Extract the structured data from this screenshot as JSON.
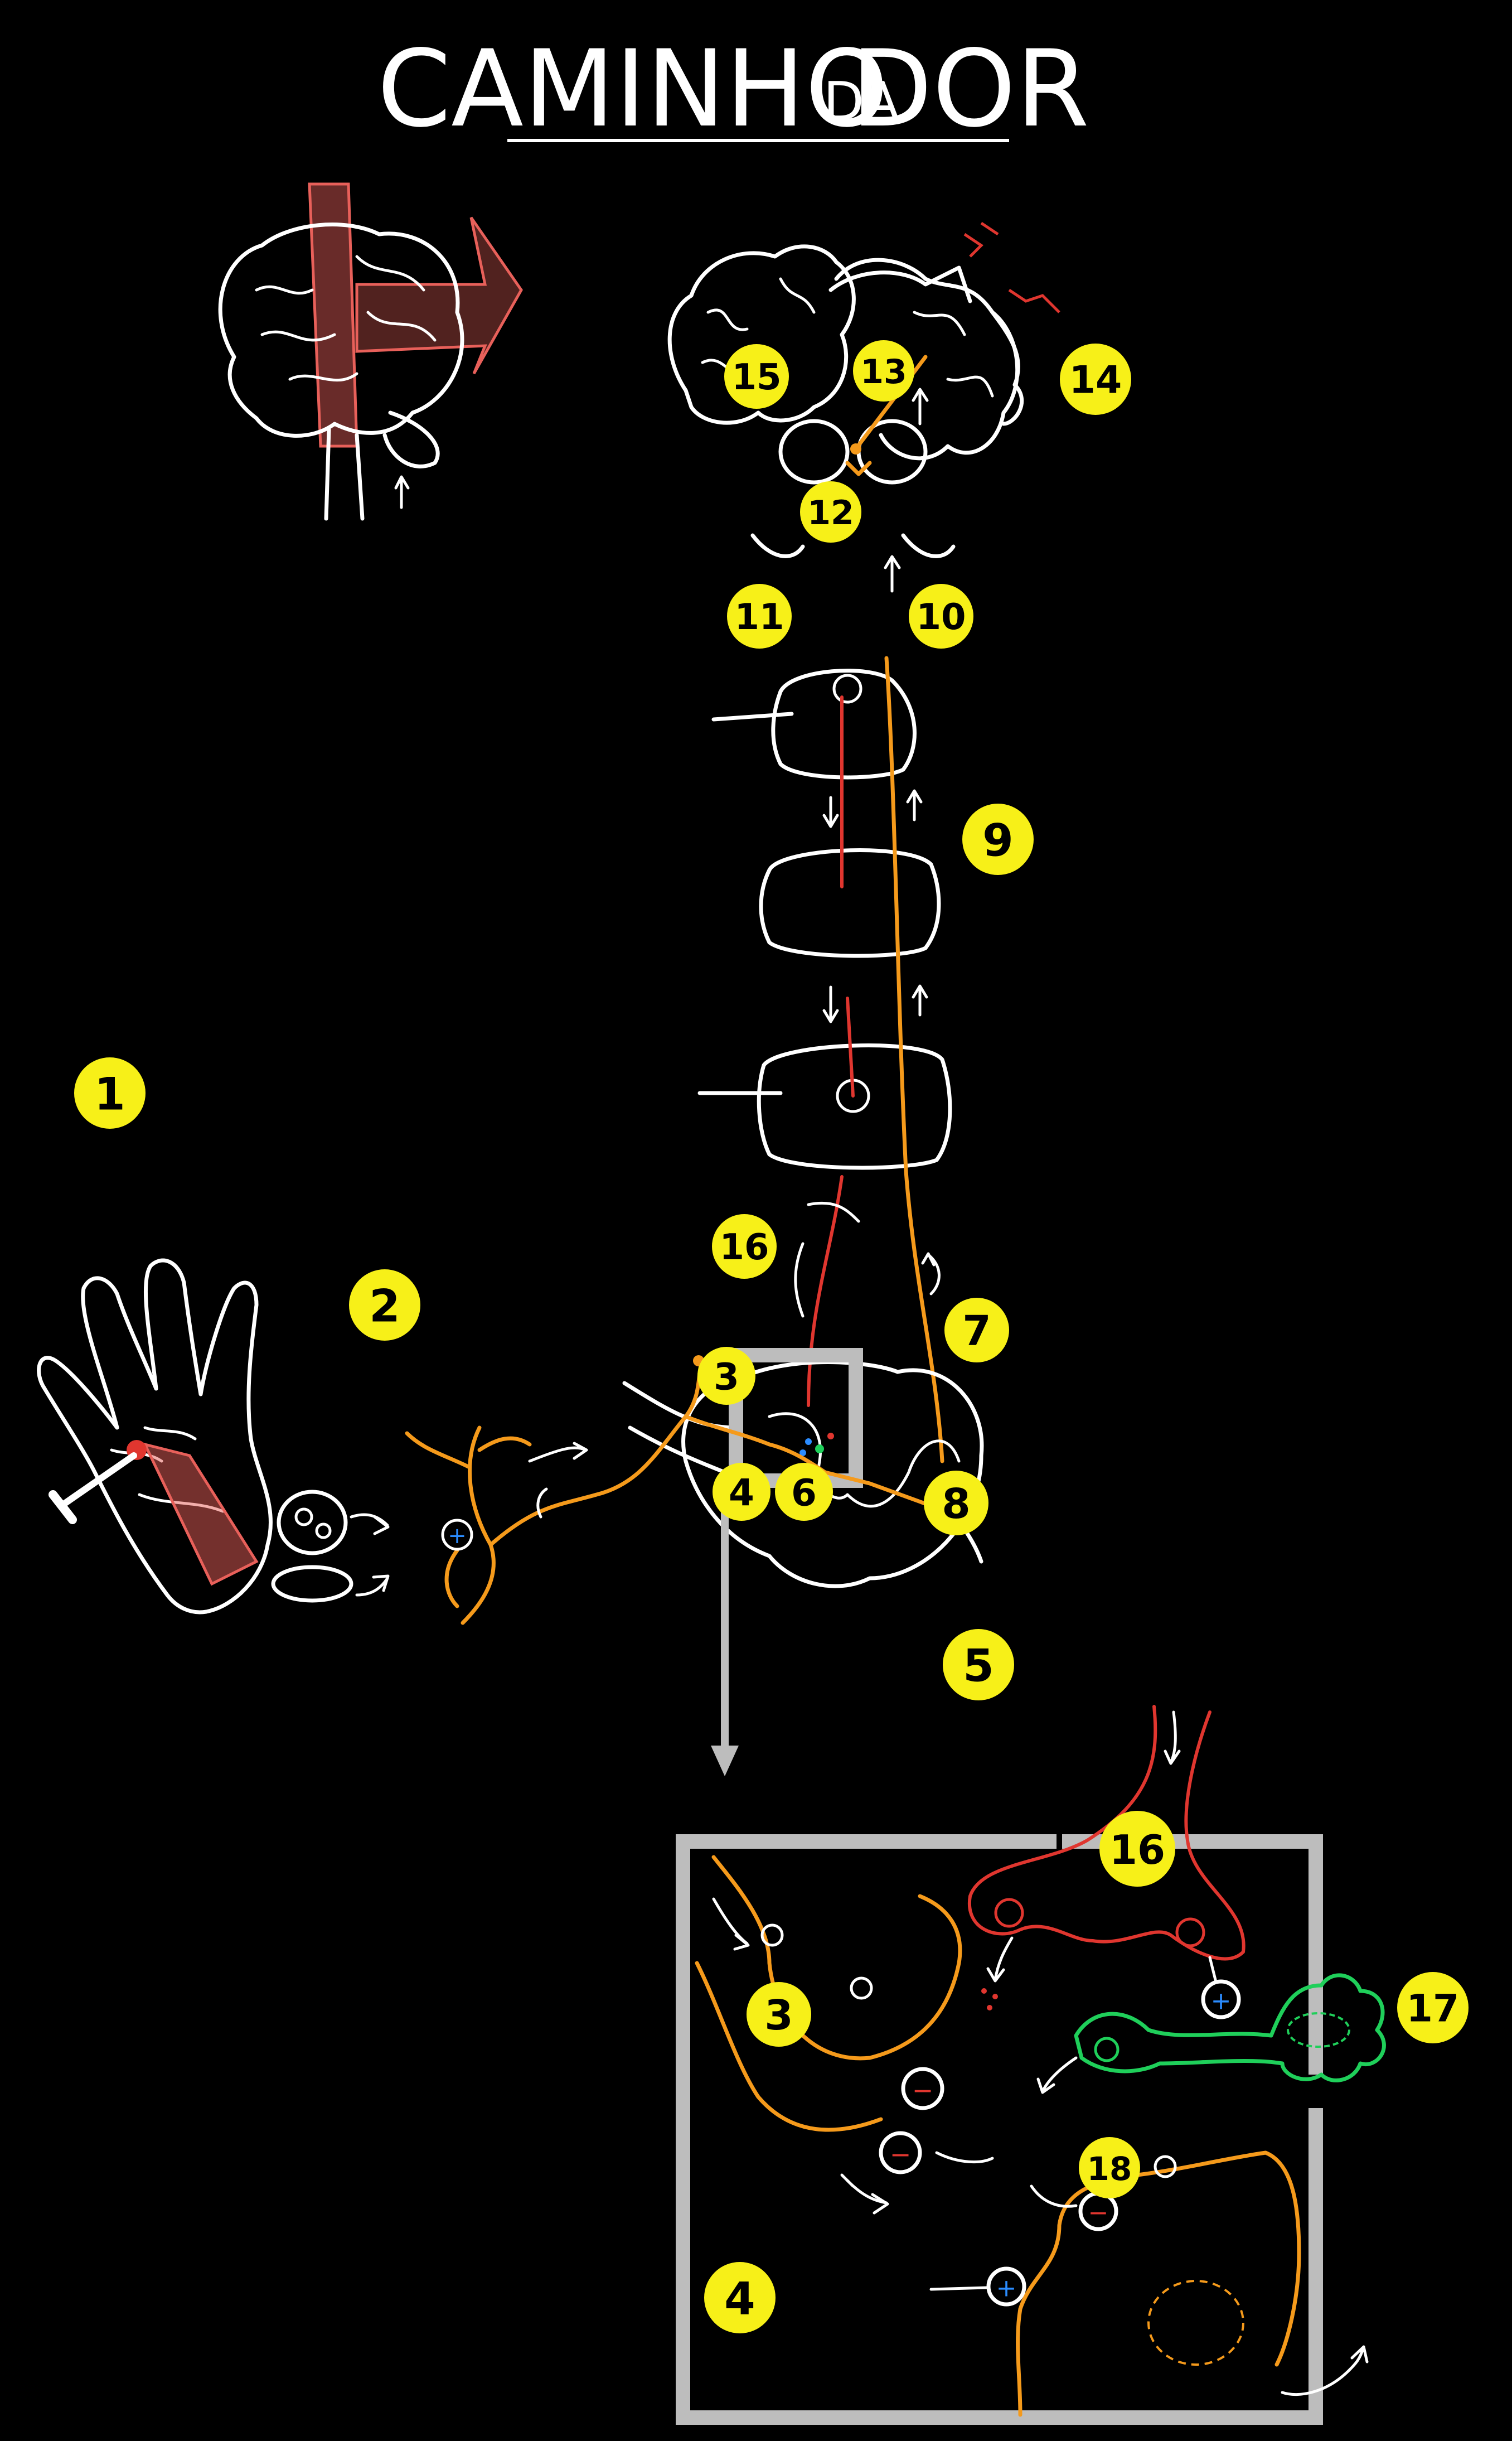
{
  "title": {
    "main": "CAMINHO",
    "small": "DA",
    "end": "DOR"
  },
  "colors": {
    "background": "#000000",
    "line": "#ffffff",
    "badge": "#f7f018",
    "afferent_fiber": "#f59a1b",
    "descending_fiber": "#e0362f",
    "inhibitory_neuron": "#1fcf5a",
    "frame": "#bdbdbd",
    "highlight": "#e8605a"
  },
  "badges": [
    {
      "id": "b1",
      "label": "1"
    },
    {
      "id": "b2",
      "label": "2"
    },
    {
      "id": "b3",
      "label": "3"
    },
    {
      "id": "b4",
      "label": "4"
    },
    {
      "id": "b5",
      "label": "5"
    },
    {
      "id": "b6",
      "label": "6"
    },
    {
      "id": "b7",
      "label": "7"
    },
    {
      "id": "b8",
      "label": "8"
    },
    {
      "id": "b9",
      "label": "9"
    },
    {
      "id": "b10",
      "label": "10"
    },
    {
      "id": "b11",
      "label": "11"
    },
    {
      "id": "b12",
      "label": "12"
    },
    {
      "id": "b13",
      "label": "13"
    },
    {
      "id": "b14",
      "label": "14"
    },
    {
      "id": "b15",
      "label": "15"
    },
    {
      "id": "b16",
      "label": "16"
    },
    {
      "id": "b3z",
      "label": "3"
    },
    {
      "id": "b4z",
      "label": "4"
    },
    {
      "id": "b16z",
      "label": "16"
    },
    {
      "id": "b17z",
      "label": "17"
    },
    {
      "id": "b18z",
      "label": "18"
    }
  ],
  "symbols": {
    "plus": "+",
    "minus": "−"
  },
  "icons": [
    "brain-icon",
    "hand-icon",
    "nail-icon",
    "spinal-cord-icon",
    "neuron-icon",
    "arrow-icon"
  ]
}
